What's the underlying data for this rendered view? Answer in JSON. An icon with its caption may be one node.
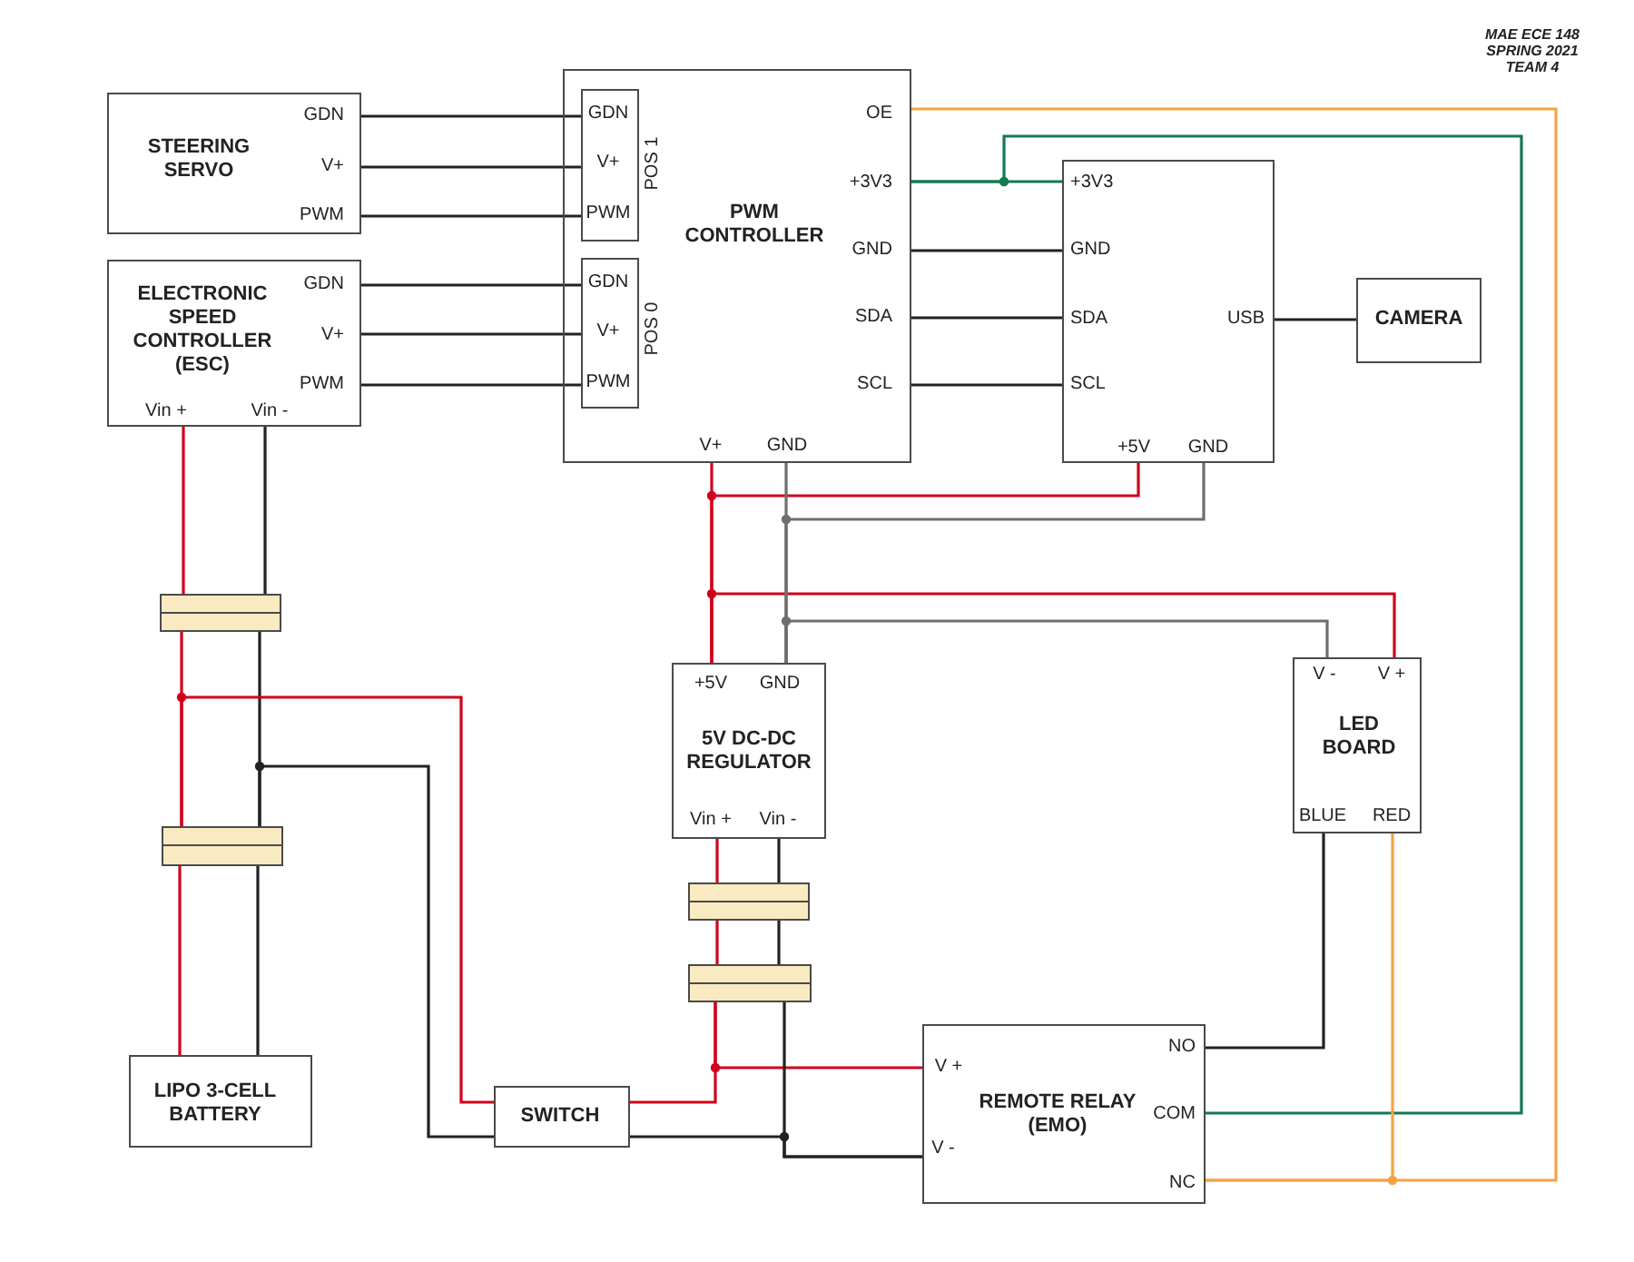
{
  "diagram": {
    "nodes": [
      {
        "text": [
          "STEERING SERVO",
          "GDN",
          "V+",
          "PWM"
        ]
      },
      {
        "text": [
          "PWM CONTROLLER",
          "OE",
          "+3V3",
          "GND",
          "SDA",
          "SCL",
          "V+",
          "GND"
        ]
      },
      {
        "text": [
          "GDN",
          "V+",
          "PWM",
          "POS 1"
        ],
        "in": 1
      },
      {
        "text": [
          "GDN",
          "V+",
          "PWM",
          "POS 0"
        ],
        "in": 1
      },
      {
        "text": [
          "+3V3",
          "GND",
          "SDA",
          "SCL",
          "USB",
          "+5V",
          "GND"
        ]
      },
      {
        "text": [
          "CAMERA"
        ]
      },
      {
        "text": [
          "ELECTRONIC SPEED CONTROLLER (ESC)",
          "GDN",
          "V+",
          "PWM",
          "Vin +",
          "Vin -"
        ]
      },
      {
        "text": [],
        "shape": "box"
      },
      {
        "text": [
          "+5V",
          "GND",
          "5V DC-DC REGULATOR",
          "Vin +",
          "Vin -"
        ]
      },
      {
        "text": [
          "V -",
          "V +",
          "LED BOARD",
          "BLUE",
          "RED"
        ]
      },
      {
        "text": [],
        "shape": "box"
      },
      {
        "text": [],
        "shape": "box"
      },
      {
        "text": [],
        "shape": "box"
      },
      {
        "text": [
          "REMOTE RELAY (EMO)",
          "V +",
          "V -",
          "NO",
          "COM",
          "NC"
        ]
      },
      {
        "text": [
          "LIPO 3-CELL BATTERY"
        ]
      },
      {
        "text": [
          "SWITCH"
        ]
      }
    ],
    "edges": [
      {
        "from": 0,
        "to": 2,
        "arrow": "none"
      },
      {
        "from": 0,
        "to": 2,
        "arrow": "none"
      },
      {
        "from": 0,
        "to": 2,
        "arrow": "none"
      },
      {
        "from": 6,
        "to": 3,
        "arrow": "none"
      },
      {
        "from": 6,
        "to": 3,
        "arrow": "none"
      },
      {
        "from": 6,
        "to": 3,
        "arrow": "none"
      },
      {
        "from": 1,
        "to": 13,
        "arrow": "none",
        "color": "#f5a445"
      },
      {
        "from": 1,
        "to": 4,
        "arrow": "none",
        "color": "#137a52"
      },
      {
        "from": 1,
        "to": 13,
        "arrow": "none",
        "color": "#137a52"
      },
      {
        "from": 1,
        "to": 4,
        "arrow": "none"
      },
      {
        "from": 1,
        "to": 4,
        "arrow": "none"
      },
      {
        "from": 1,
        "to": 4,
        "arrow": "none"
      },
      {
        "from": 4,
        "to": 5,
        "arrow": "none"
      },
      {
        "from": 1,
        "to": 8,
        "arrow": "none",
        "color": "#d0021b"
      },
      {
        "from": 4,
        "to": 8,
        "arrow": "none",
        "color": "#d0021b"
      },
      {
        "from": 9,
        "to": 8,
        "arrow": "none",
        "color": "#d0021b"
      },
      {
        "from": 1,
        "to": 8,
        "arrow": "none",
        "color": "#6e6e6e"
      },
      {
        "from": 4,
        "to": 8,
        "arrow": "none",
        "color": "#6e6e6e"
      },
      {
        "from": 9,
        "to": 8,
        "arrow": "none",
        "color": "#6e6e6e"
      },
      {
        "from": 9,
        "to": 13,
        "arrow": "none"
      },
      {
        "from": 9,
        "to": 13,
        "arrow": "none",
        "color": "#f5a445"
      },
      {
        "from": 6,
        "to": 7,
        "arrow": "none",
        "color": "#d0021b"
      },
      {
        "from": 6,
        "to": 7,
        "arrow": "none"
      },
      {
        "from": 7,
        "to": 10,
        "arrow": "none",
        "color": "#d0021b"
      },
      {
        "from": 7,
        "to": 10,
        "arrow": "none"
      },
      {
        "from": 10,
        "to": 14,
        "arrow": "none",
        "color": "#d0021b"
      },
      {
        "from": 10,
        "to": 14,
        "arrow": "none"
      },
      {
        "from": 10,
        "to": 15,
        "arrow": "none",
        "color": "#d0021b"
      },
      {
        "from": 10,
        "to": 15,
        "arrow": "none"
      },
      {
        "from": 8,
        "to": 11,
        "arrow": "none",
        "color": "#d0021b"
      },
      {
        "from": 8,
        "to": 11,
        "arrow": "none"
      },
      {
        "from": 11,
        "to": 12,
        "arrow": "none",
        "color": "#d0021b"
      },
      {
        "from": 11,
        "to": 12,
        "arrow": "none"
      },
      {
        "from": 12,
        "to": 15,
        "arrow": "none",
        "color": "#d0021b"
      },
      {
        "from": 12,
        "to": 13,
        "arrow": "none",
        "color": "#d0021b"
      },
      {
        "from": 15,
        "to": 13,
        "arrow": "none"
      },
      {
        "from": 12,
        "to": 13,
        "arrow": "none"
      }
    ],
    "labels": [
      "MAE ECE 148 SPRING 2021 TEAM 4"
    ]
  }
}
